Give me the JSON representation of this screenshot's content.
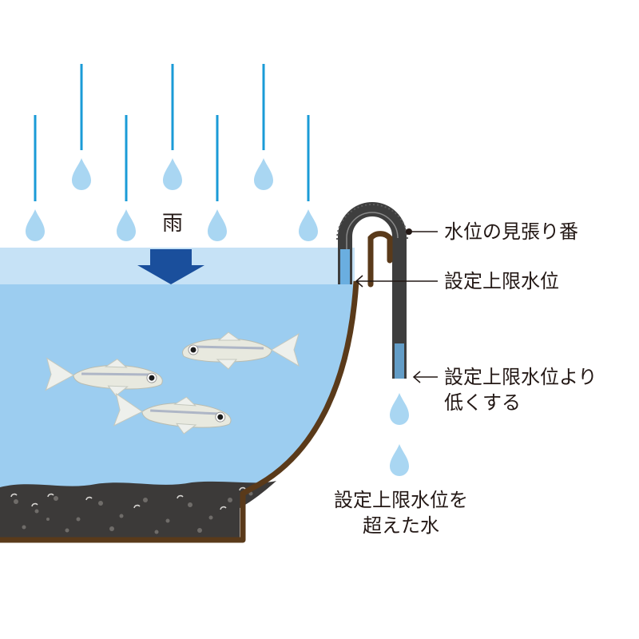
{
  "rain_label": "雨",
  "labels": {
    "siphon_name": "水位の見張り番",
    "upper_limit": "設定上限水位",
    "outlet_line1": "設定上限水位より",
    "outlet_line2": "低くする",
    "overflow_line1": "設定上限水位を",
    "overflow_line2": "超えた水"
  },
  "colors": {
    "water": "#9ccdf0",
    "water_surface_band": "#c6e2f6",
    "rain": "#1a9bd7",
    "droplet": "#a9d6f2",
    "arrow": "#1a4f9c",
    "bowl": "#5a3a1a",
    "gravel": "#3c3a39",
    "siphon": "#3e3e3e",
    "text": "#231815"
  }
}
